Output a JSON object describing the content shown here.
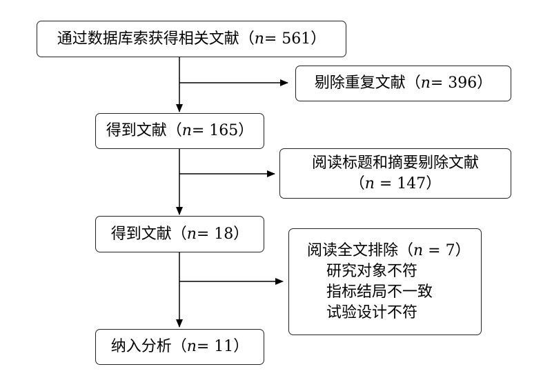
{
  "boxes": {
    "search": {
      "text": "通过数据库索获得相关文献（",
      "n": "n",
      "eq": " = 561）"
    },
    "duplicate": {
      "text": "剔除重复文献（",
      "n": "n",
      "eq": " = 396）"
    },
    "obtained1": {
      "text": "得到文献（",
      "n": "n",
      "eq": " = 165）"
    },
    "screen": {
      "line1": "阅读标题和摘要剔除文献",
      "line2_pre": "（",
      "n": "n",
      "line2_post": " = 147）"
    },
    "obtained2": {
      "text": "得到文献（",
      "n": "n",
      "eq": " = 18）"
    },
    "fulltext": {
      "title": "阅读全文排除（",
      "n": "n",
      "eq": " = 7）",
      "reasons": [
        "研究对象不符",
        "指标结局不一致",
        "试验设计不符"
      ]
    },
    "included": {
      "text": "纳入分析（",
      "n": "n",
      "eq": " = 11）"
    }
  }
}
